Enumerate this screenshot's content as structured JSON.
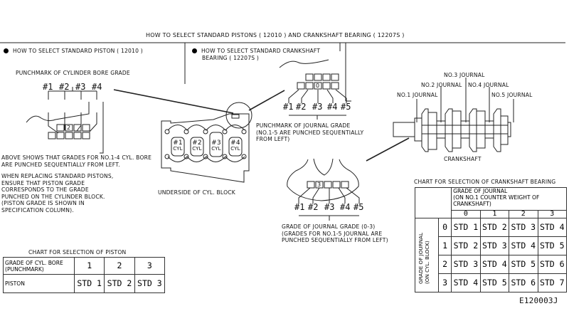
{
  "title": "HOW TO SELECT STANDARD PISTONS ( 12010   ) AND CRANKSHAFT BEARING (  12207S   )",
  "piston_section": {
    "heading": "HOW TO SELECT STANDARD PISTON ( 12010  )",
    "punchmark_label": "PUNCHMARK OF CYLINDER BORE GRADE",
    "cyl_numbers": [
      "#1",
      "#2",
      "#3",
      "#4"
    ],
    "punched_grade": "2",
    "note_1": [
      "ABOVE SHOWS THAT GRADES FOR NO.1-4 CYL. BORE",
      "ARE PUNCHED SEQUENTIALLY FROM LEFT."
    ],
    "note_2": [
      "WHEN REPLACING STANDARD PISTONS,",
      "ENSURE THAT PISTON GRADE",
      "CORRESPONDS TO THE GRADE",
      "PUNCHED ON THE CYLINDER BLOCK.",
      "(PISTON GRADE IS SHOWN IN",
      "SPECIFICATION COLUMN)."
    ]
  },
  "block": {
    "caption": "UNDERSIDE OF CYL. BLOCK",
    "cylinders": [
      {
        "num": "#1",
        "label": "CYL"
      },
      {
        "num": "#2",
        "label": "CYL"
      },
      {
        "num": "#3",
        "label": "CYL"
      },
      {
        "num": "#4",
        "label": "CYL"
      }
    ]
  },
  "crank_section": {
    "heading_line1": "HOW TO SELECT STANDARD CRANKSHAFT",
    "heading_line2": "BEARING (  12207S  )",
    "journal_numbers": [
      "#1",
      "#2",
      "#3",
      "#4",
      "#5"
    ],
    "punched_grade_top": "0",
    "punchmark_label": [
      "PUNCHMARK OF JOURNAL GRADE",
      "(NO.1-5 ARE PUNCHED SEQUENTIALLY",
      "FROM LEFT)"
    ],
    "counterweight_grade": "3",
    "grade_label": [
      "GRADE OF JOURNAL GRADE (0-3)",
      "(GRADES FOR NO.1-5 JOURNAL ARE",
      "PUNCHED SEQUENTIALLY FROM LEFT)"
    ]
  },
  "crankshaft": {
    "caption": "CRANKSHAFT",
    "journals": [
      "NO.1 JOURNAL",
      "NO.2 JOURNAL",
      "NO.3 JOURNAL",
      "NO.4 JOURNAL",
      "NO.5 JOURNAL"
    ]
  },
  "piston_chart": {
    "title": "CHART FOR SELECTION OF PISTON",
    "row_header_1": [
      "GRADE OF CYL. BORE",
      "(PUNCHMARK)"
    ],
    "grades": [
      "1",
      "2",
      "3"
    ],
    "row_header_2": "PISTON",
    "pistons": [
      "STD 1",
      "STD 2",
      "STD 3"
    ]
  },
  "bearing_chart": {
    "title": "CHART FOR SELECTION OF CRANKSHAFT BEARING",
    "col_header": [
      "GRADE OF JOURNAL",
      "(ON NO.1 COUNTER WEIGHT OF",
      "CRANKSHAFT)"
    ],
    "col_grades": [
      "0",
      "1",
      "2",
      "3"
    ],
    "row_header": [
      "GRADE OF JOURNAL",
      "(ON CYL. BLOCK)"
    ],
    "row_grades": [
      "0",
      "1",
      "2",
      "3"
    ],
    "rows": [
      [
        "STD 1",
        "STD 2",
        "STD 3",
        "STD 4"
      ],
      [
        "STD 2",
        "STD 3",
        "STD 4",
        "STD 5"
      ],
      [
        "STD 3",
        "STD 4",
        "STD 5",
        "STD 6"
      ],
      [
        "STD 4",
        "STD 5",
        "STD 6",
        "STD 7"
      ]
    ]
  },
  "figure_id": "E120003J"
}
